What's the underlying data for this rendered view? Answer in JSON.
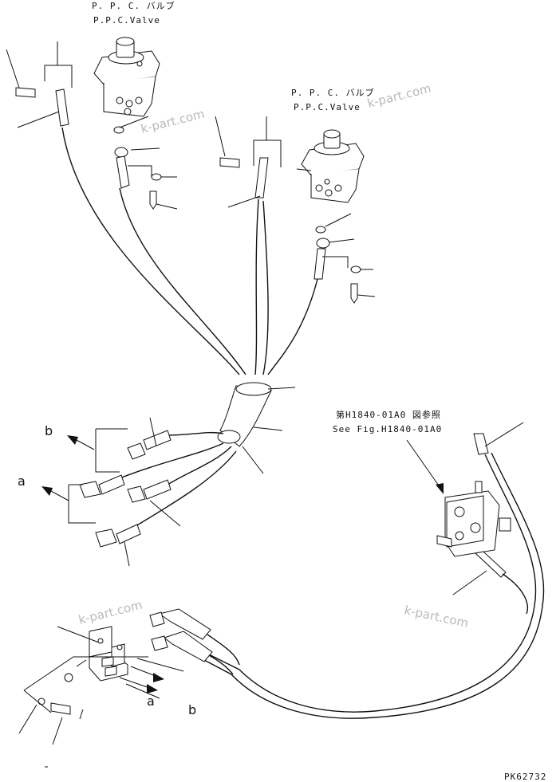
{
  "valve_top": {
    "label_jp": "P. P. C. バルブ",
    "label_en": "P.P.C.Valve"
  },
  "valve_right": {
    "label_jp": "P. P. C. バルブ",
    "label_en": "P.P.C.Valve"
  },
  "reference": {
    "label_jp": "第H1840-01A0 図参照",
    "label_en": "See Fig.H1840-01A0"
  },
  "markers": {
    "b_upper": "b",
    "a_upper": "a",
    "a_lower": "a",
    "b_lower": "b"
  },
  "watermarks": [
    "k-part.com",
    "k-part.com",
    "k-part.com",
    "k-part.com"
  ],
  "drawing_code": "PK62732"
}
